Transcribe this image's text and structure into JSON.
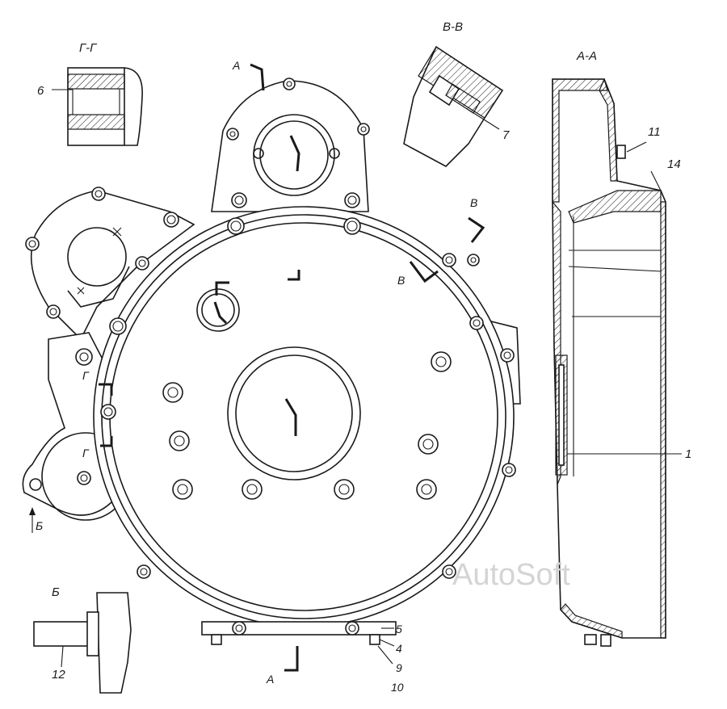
{
  "views": {
    "section_g": "Г-Г",
    "section_v": "В-В",
    "section_a": "А-А",
    "view_b": "Б"
  },
  "markers": {
    "a": "А",
    "v": "В",
    "g": "Г",
    "b": "Б"
  },
  "callouts": {
    "n1": "1",
    "n4": "4",
    "n5": "5",
    "n6": "6",
    "n7": "7",
    "n9": "9",
    "n10": "10",
    "n11": "11",
    "n12": "12",
    "n14": "14"
  },
  "watermark": "AutoSoft"
}
